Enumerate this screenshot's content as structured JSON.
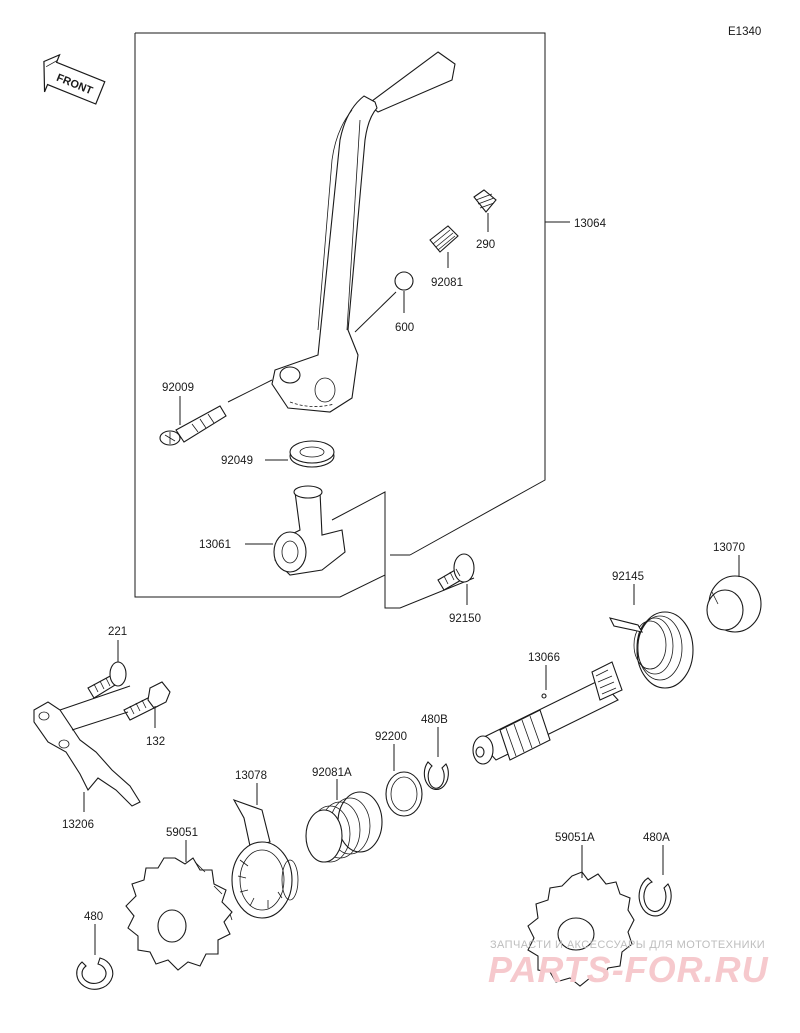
{
  "diagram": {
    "code": "E1340",
    "front_label": "FRONT",
    "parts": {
      "kick_pedal_assy": "13064",
      "spring_290": "290",
      "spring_92081": "92081",
      "ball_600": "600",
      "bolt_92009": "92009",
      "collar_92049": "92049",
      "boss_13061": "13061",
      "bolt_92150": "92150",
      "ratchet_13070": "13070",
      "spring_92145": "92145",
      "shaft_13066": "13066",
      "washer_92200": "92200",
      "circlip_480B": "480B",
      "spring_92081A": "92081A",
      "ratchet_13078": "13078",
      "gear_59051": "59051",
      "gear_59051A": "59051A",
      "circlip_480A": "480A",
      "circlip_480": "480",
      "bolt_221": "221",
      "bolt_132": "132",
      "guide_13206": "13206"
    }
  },
  "watermark": {
    "line1": "ЗАПЧАСТИ И АКСЕССУАРЫ ДЛЯ МОТОТЕХНИКИ",
    "line2": "PARTS-FOR.RU"
  },
  "colors": {
    "line": "#1a1a1a",
    "watermark_text": "#bdbdbd",
    "watermark_logo": "#f6c9cd"
  }
}
